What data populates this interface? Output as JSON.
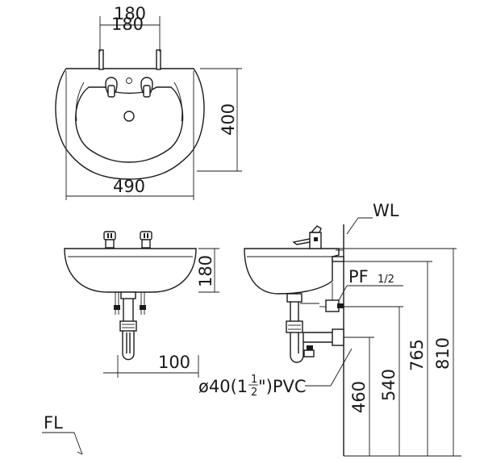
{
  "dimensions": {
    "tap_spacing_a": "180",
    "tap_spacing_b": "180",
    "depth_top": "400",
    "width": "490",
    "bowl_height": "180",
    "trap_offset": "100",
    "pipe_spec_prefix": "ø40(1",
    "pipe_spec_num": "1",
    "pipe_spec_den": "2",
    "pipe_spec_suffix": "\")PVC",
    "height_810": "810",
    "height_765": "765",
    "height_540": "540",
    "height_460": "460"
  },
  "labels": {
    "wall_line": "WL",
    "floor_line": "FL",
    "pf_label": "PF",
    "pf_size": "1/2"
  }
}
